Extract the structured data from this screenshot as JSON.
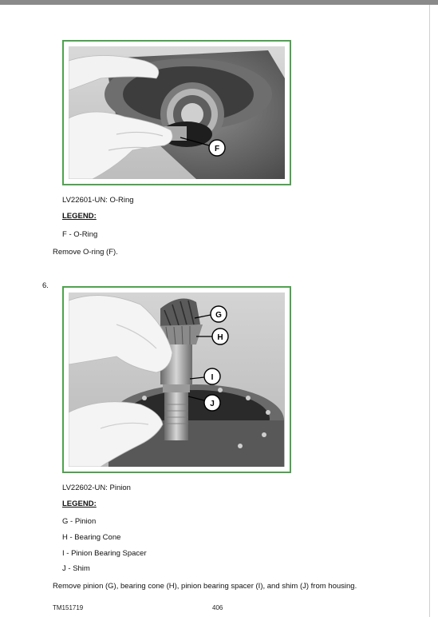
{
  "figure1": {
    "caption": "LV22601-UN: O-Ring",
    "legend_heading": "LEGEND:",
    "legend_items": [
      "F - O-Ring"
    ],
    "callouts": [
      "F"
    ],
    "instruction": "Remove O-ring (F)."
  },
  "step6": {
    "number": "6.",
    "figure": {
      "caption": "LV22602-UN: Pinion",
      "legend_heading": "LEGEND:",
      "legend_items": [
        "G - Pinion",
        "H - Bearing Cone",
        "I - Pinion Bearing Spacer",
        "J - Shim"
      ],
      "callouts": [
        "G",
        "H",
        "I",
        "J"
      ]
    },
    "instruction": "Remove pinion (G), bearing cone (H), pinion bearing spacer (I), and shim (J) from housing."
  },
  "footer": {
    "doc_id": "TM151719",
    "page_number": "406"
  },
  "colors": {
    "figure_border": "#4ea34e",
    "top_bar": "#8a8a8a"
  }
}
